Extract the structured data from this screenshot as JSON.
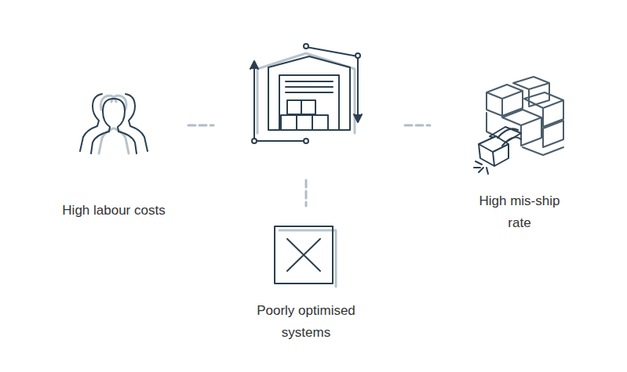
{
  "diagram": {
    "labels": [
      "High labour costs",
      "High mis-ship rate",
      "Poorly optimised systems"
    ]
  }
}
